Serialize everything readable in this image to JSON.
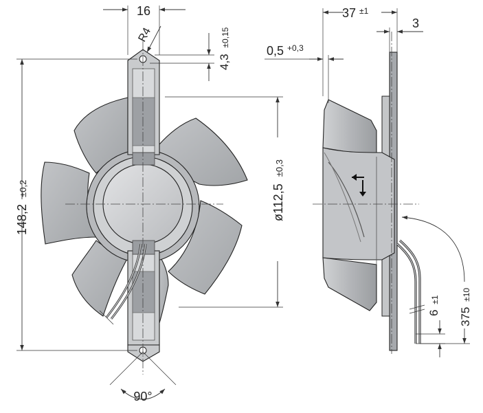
{
  "front_view": {
    "width_dim": "16",
    "radius_dim": "R4",
    "hole_offset_dim": "4,3",
    "hole_offset_tol": "±0,15",
    "height_dim": "148,2",
    "height_tol": "±0,2",
    "diameter_dim": "ø112,5",
    "diameter_tol": "±0,3",
    "angle_dim": "90°"
  },
  "side_view": {
    "depth_dim": "37",
    "depth_tol": "±1",
    "flange_dim": "3",
    "gap_dim": "0,5",
    "gap_tol": "+0,3",
    "strip_dim": "6",
    "strip_tol": "±1",
    "lead_dim": "375",
    "lead_tol": "±10"
  },
  "colors": {
    "blade": "#aeb0b3",
    "hub": "#c8cacc",
    "frame": "#9fa2a6",
    "frame_light": "#d4d6d8",
    "dark": "#7f8286",
    "background": "#ffffff"
  }
}
